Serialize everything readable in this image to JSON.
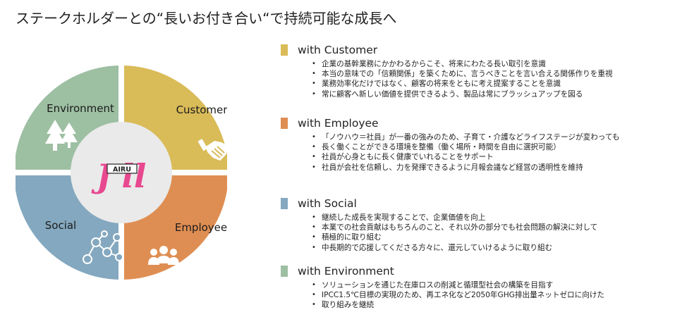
{
  "title": "ステークホルダーとの“長いお付き合い“で持続可能な成長へ",
  "colors": {
    "environment": "#9dbfa2",
    "customer": "#d9bb58",
    "social": "#84a8bf",
    "employee": "#df8e53",
    "center": "#eaeaea",
    "logo_pink": "#e8488f"
  },
  "wheel": {
    "segments": [
      {
        "key": "environment",
        "label": "Environment",
        "icon": "trees-icon"
      },
      {
        "key": "customer",
        "label": "Customer",
        "icon": "handshake-icon"
      },
      {
        "key": "social",
        "label": "Social",
        "icon": "network-icon"
      },
      {
        "key": "employee",
        "label": "Employee",
        "icon": "people-icon"
      }
    ],
    "logo_text": "AIRU"
  },
  "sections": [
    {
      "color": "#d9bb58",
      "title": "with Customer",
      "bullets": [
        "企業の基幹業務にかかわるからこそ、将来にわたる長い取引を意識",
        "本当の意味での「信頼関係」を築くために、言うべきことを言い合える関係作りを重視",
        "業務効率化だけではなく、顧客の将来をともに考え提案することを意識",
        "常に顧客へ新しい価値を提供できるよう、製品は常にブラッシュアップを図る"
      ]
    },
    {
      "color": "#df8e53",
      "title": "with Employee",
      "bullets": [
        "「ノウハウ＝社員」が一番の強みのため、子育て・介護などライフステージが変わっても",
        "長く働くことができる環境を整備（働く場所・時間を自由に選択可能）",
        "社員が心身ともに長く健康でいれることをサポート",
        "社員が会社を信頼し、力を発揮できるように月報会議など経営の透明性を維持"
      ]
    },
    {
      "color": "#84a8bf",
      "title": "with Social",
      "bullets": [
        "継続した成長を実現することで、企業価値を向上",
        "本業での社会貢献はもちろんのこと、それ以外の部分でも社会問題の解決に対して",
        "積極的に取り組む",
        "中長期的で応援してくださる方々に、還元していけるように取り組む"
      ]
    },
    {
      "color": "#9dbfa2",
      "title": "with Environment",
      "bullets": [
        "ソリューションを通じた在庫ロスの削減と循環型社会の構築を目指す",
        "IPCC1.5℃目標の実現のため、再エネ化など2050年GHG排出量ネットゼロに向けた",
        "取り組みを継続"
      ]
    }
  ]
}
